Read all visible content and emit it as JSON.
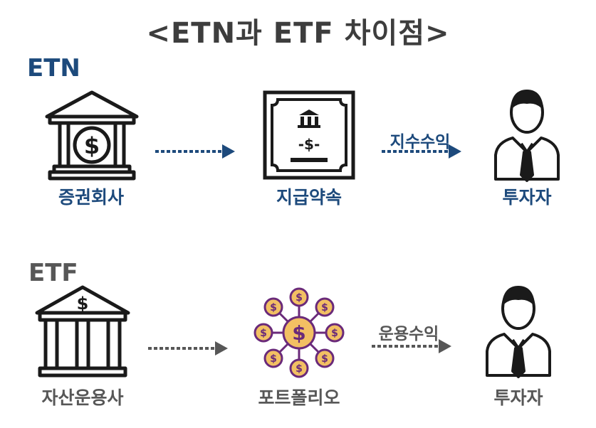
{
  "title": "<ETN과 ETF 차이점>",
  "etn": {
    "label": "ETN",
    "color": "#1d4a7c",
    "nodes": [
      {
        "label": "증권회사",
        "icon": "bank-building-dollar-icon"
      },
      {
        "label": "지급약속",
        "icon": "certificate-document-icon"
      },
      {
        "label": "투자자",
        "icon": "businessman-icon"
      }
    ],
    "edges": [
      {
        "label": ""
      },
      {
        "label": "지수수익"
      }
    ],
    "glyphs": {
      "dollar": "$",
      "note_mark": "-$-"
    }
  },
  "etf": {
    "label": "ETF",
    "color": "#575757",
    "nodes": [
      {
        "label": "자산운용사",
        "icon": "institution-columns-icon"
      },
      {
        "label": "포트폴리오",
        "icon": "coin-network-icon"
      },
      {
        "label": "투자자",
        "icon": "businessman-icon"
      }
    ],
    "edges": [
      {
        "label": ""
      },
      {
        "label": "운용수익"
      }
    ],
    "glyphs": {
      "dollar": "$"
    },
    "coin_color": "#f2c063",
    "coin_border": "#6a2a7a"
  }
}
